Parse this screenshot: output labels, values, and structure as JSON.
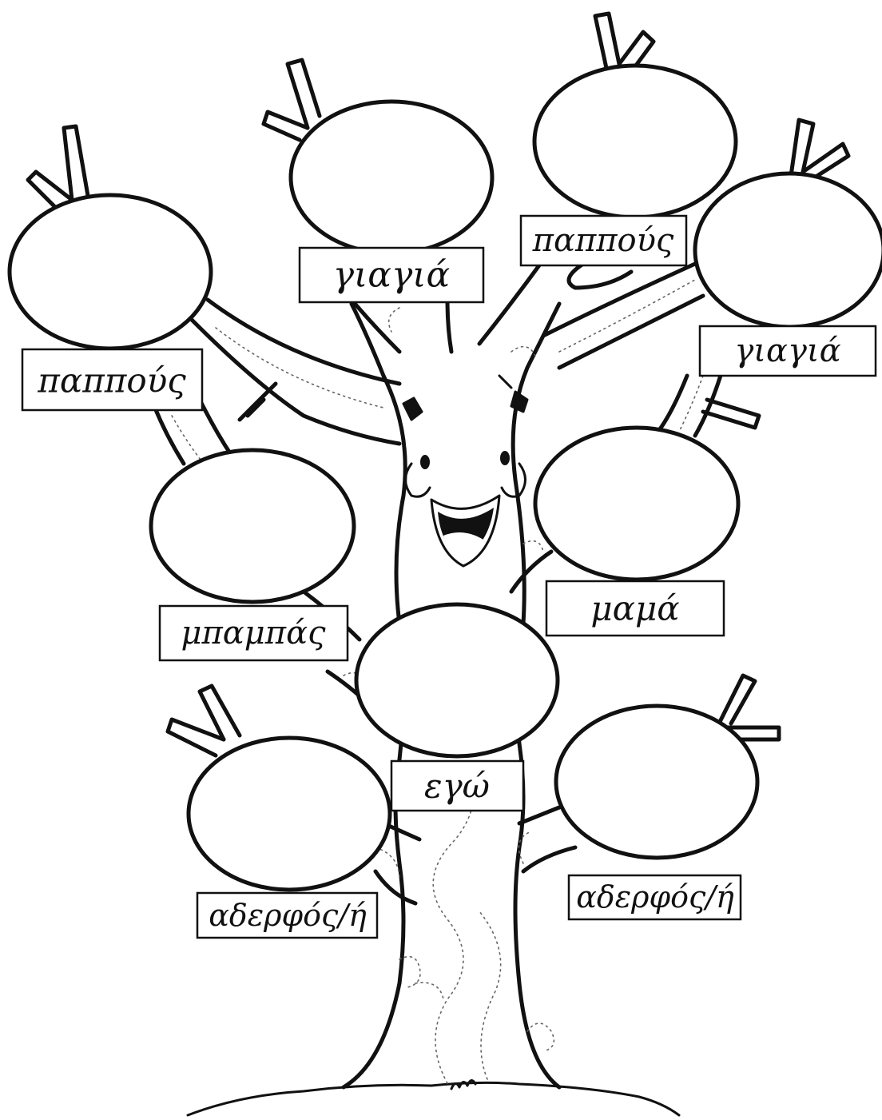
{
  "family_tree": {
    "members": [
      {
        "id": "paternal-grandfather",
        "label": "παππούς"
      },
      {
        "id": "paternal-grandmother",
        "label": "γιαγιά"
      },
      {
        "id": "maternal-grandfather",
        "label": "παππούς"
      },
      {
        "id": "maternal-grandmother",
        "label": "γιαγιά"
      },
      {
        "id": "father",
        "label": "μπαμπάς"
      },
      {
        "id": "mother",
        "label": "μαμά"
      },
      {
        "id": "me",
        "label": "εγώ"
      },
      {
        "id": "sibling-left",
        "label": "αδερφός/ή"
      },
      {
        "id": "sibling-right",
        "label": "αδερφός/ή"
      }
    ]
  }
}
